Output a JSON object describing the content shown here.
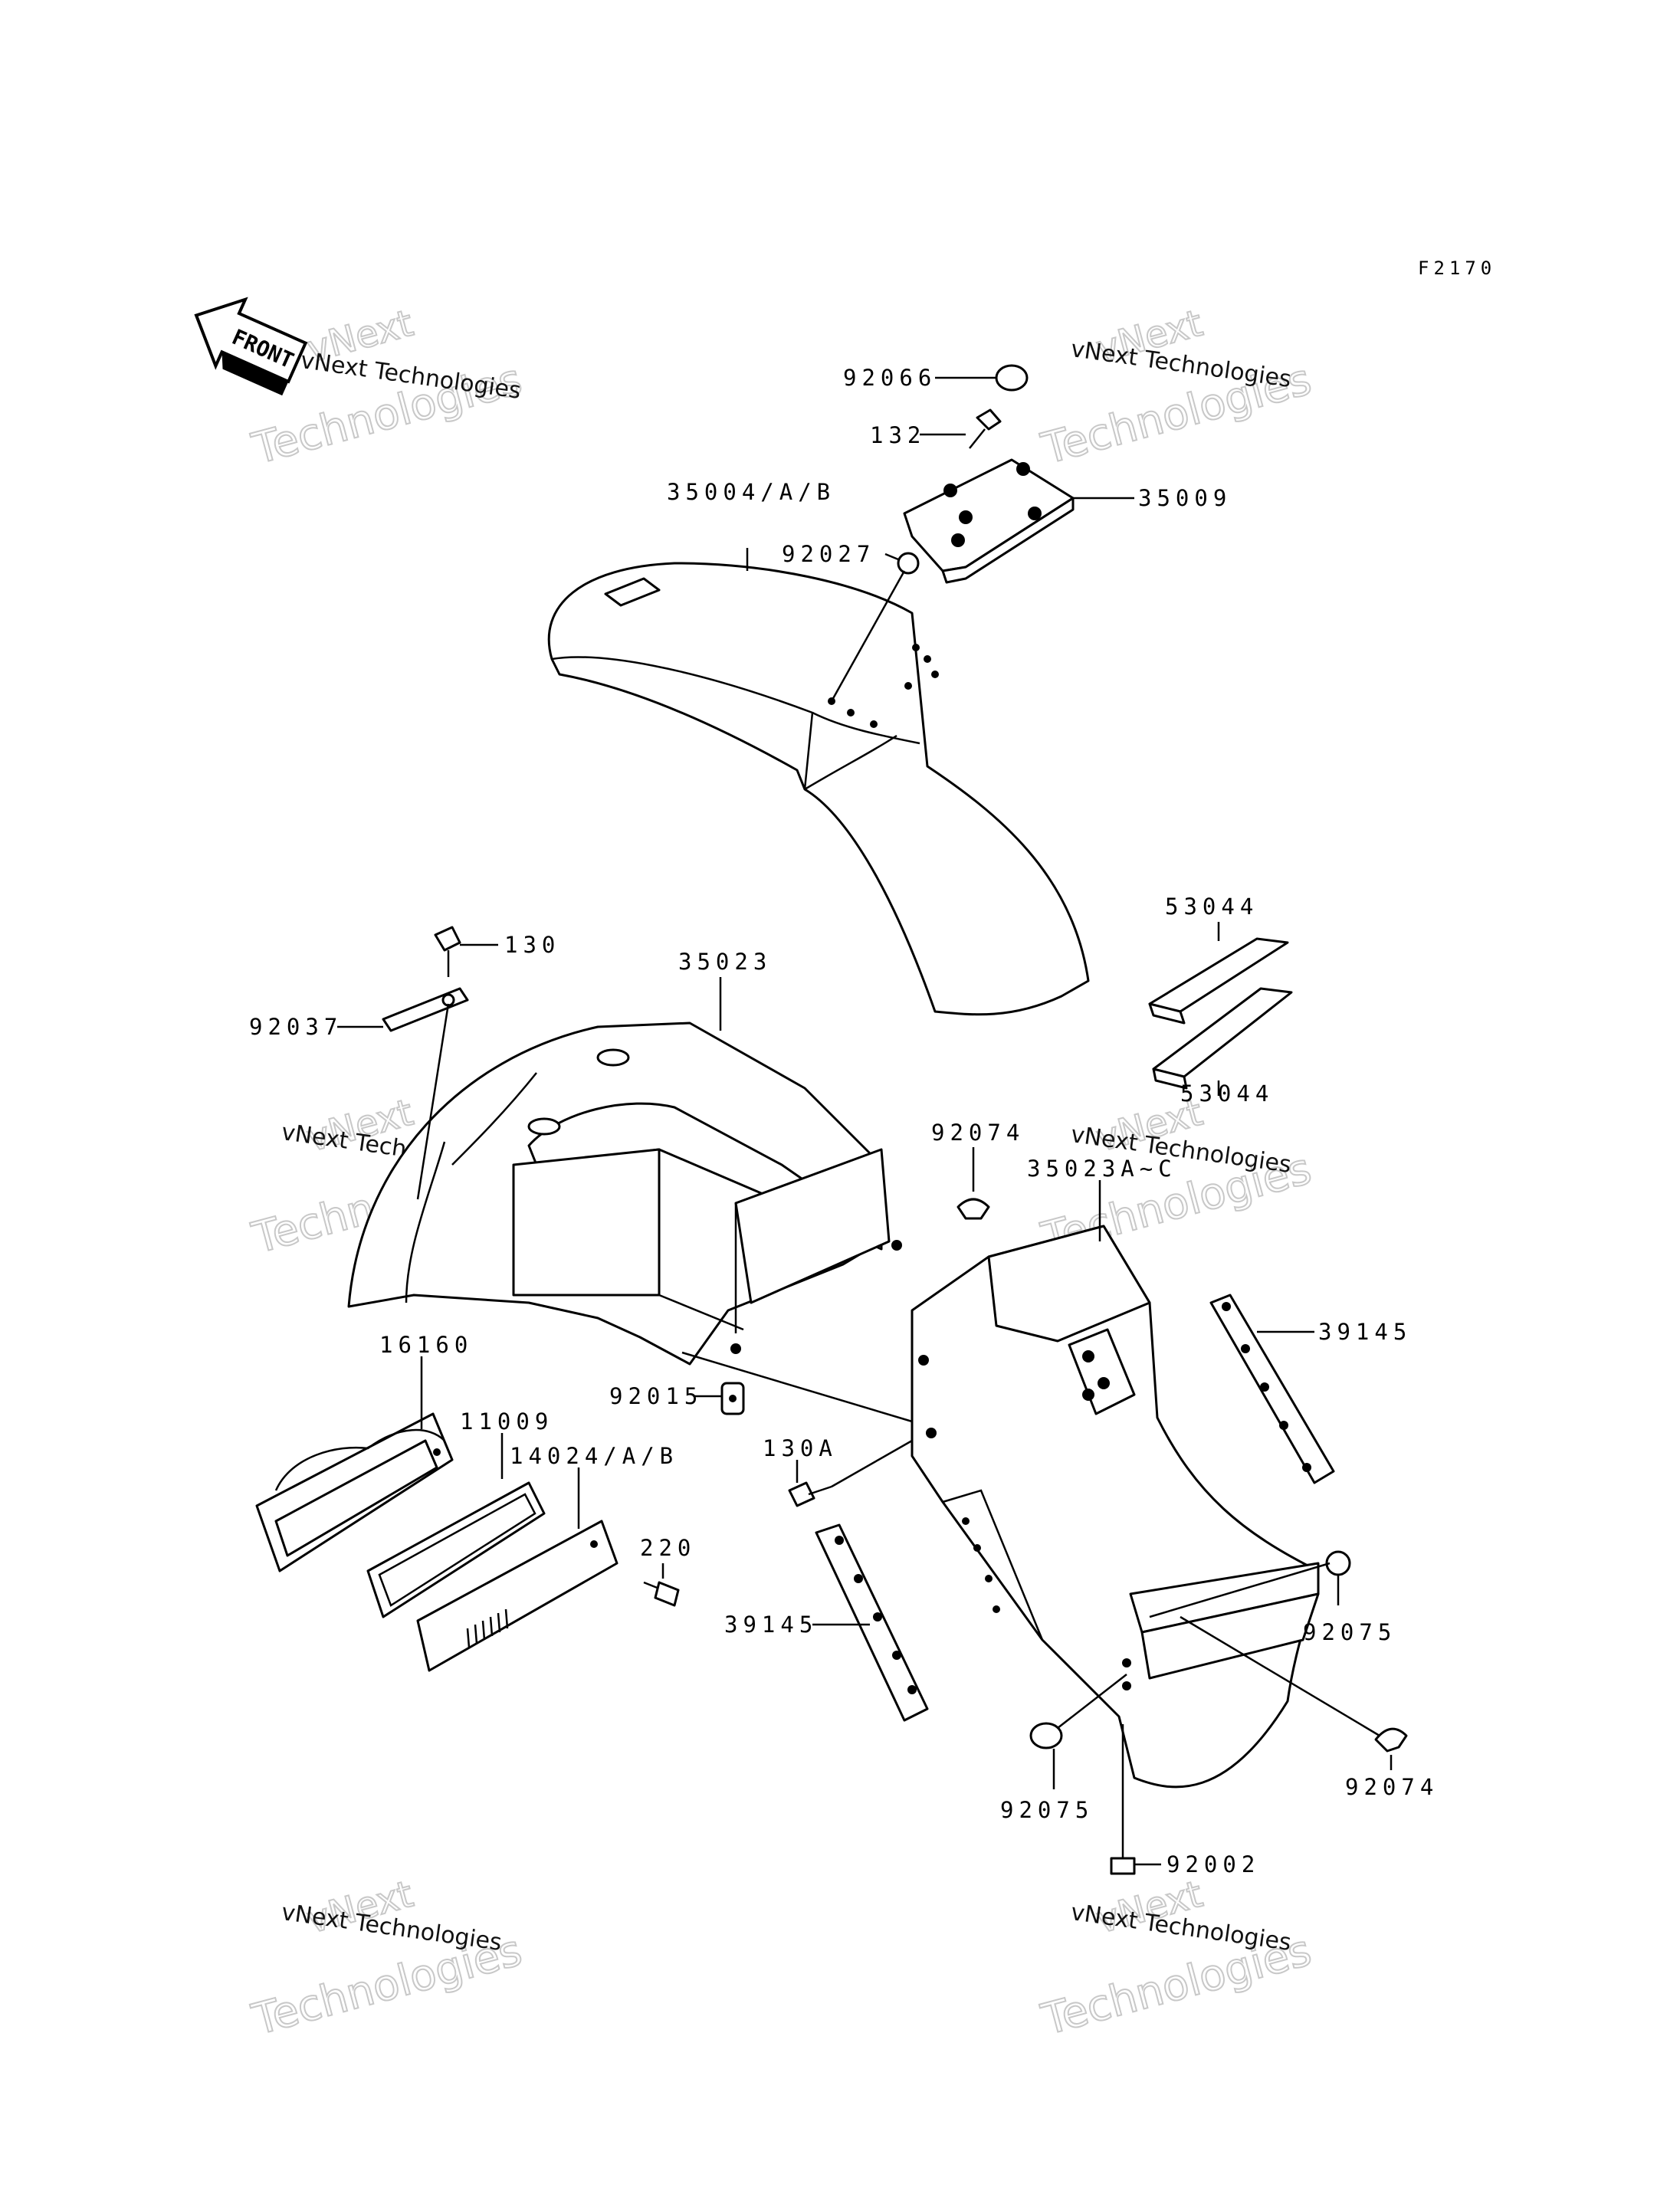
{
  "figure_ref": "F2170",
  "front_arrow_label": "FRONT",
  "watermark": {
    "line_top": "vNext",
    "line_small": "vNext Technologies",
    "line_big": "Technologies"
  },
  "callouts": [
    {
      "id": "92066",
      "text": "92066"
    },
    {
      "id": "132",
      "text": "132"
    },
    {
      "id": "35009",
      "text": "35009"
    },
    {
      "id": "35004",
      "text": "35004/A/B"
    },
    {
      "id": "92027",
      "text": "92027"
    },
    {
      "id": "53044a",
      "text": "53044"
    },
    {
      "id": "53044b",
      "text": "53044"
    },
    {
      "id": "130",
      "text": "130"
    },
    {
      "id": "35023",
      "text": "35023"
    },
    {
      "id": "92037",
      "text": "92037"
    },
    {
      "id": "92074a",
      "text": "92074"
    },
    {
      "id": "35023A",
      "text": "35023A~C"
    },
    {
      "id": "39145a",
      "text": "39145"
    },
    {
      "id": "16160",
      "text": "16160"
    },
    {
      "id": "92015",
      "text": "92015"
    },
    {
      "id": "11009",
      "text": "11009"
    },
    {
      "id": "14024",
      "text": "14024/A/B"
    },
    {
      "id": "130A",
      "text": "130A"
    },
    {
      "id": "220",
      "text": "220"
    },
    {
      "id": "39145b",
      "text": "39145"
    },
    {
      "id": "92075a",
      "text": "92075"
    },
    {
      "id": "92075b",
      "text": "92075"
    },
    {
      "id": "92074b",
      "text": "92074"
    },
    {
      "id": "92002",
      "text": "92002"
    }
  ]
}
